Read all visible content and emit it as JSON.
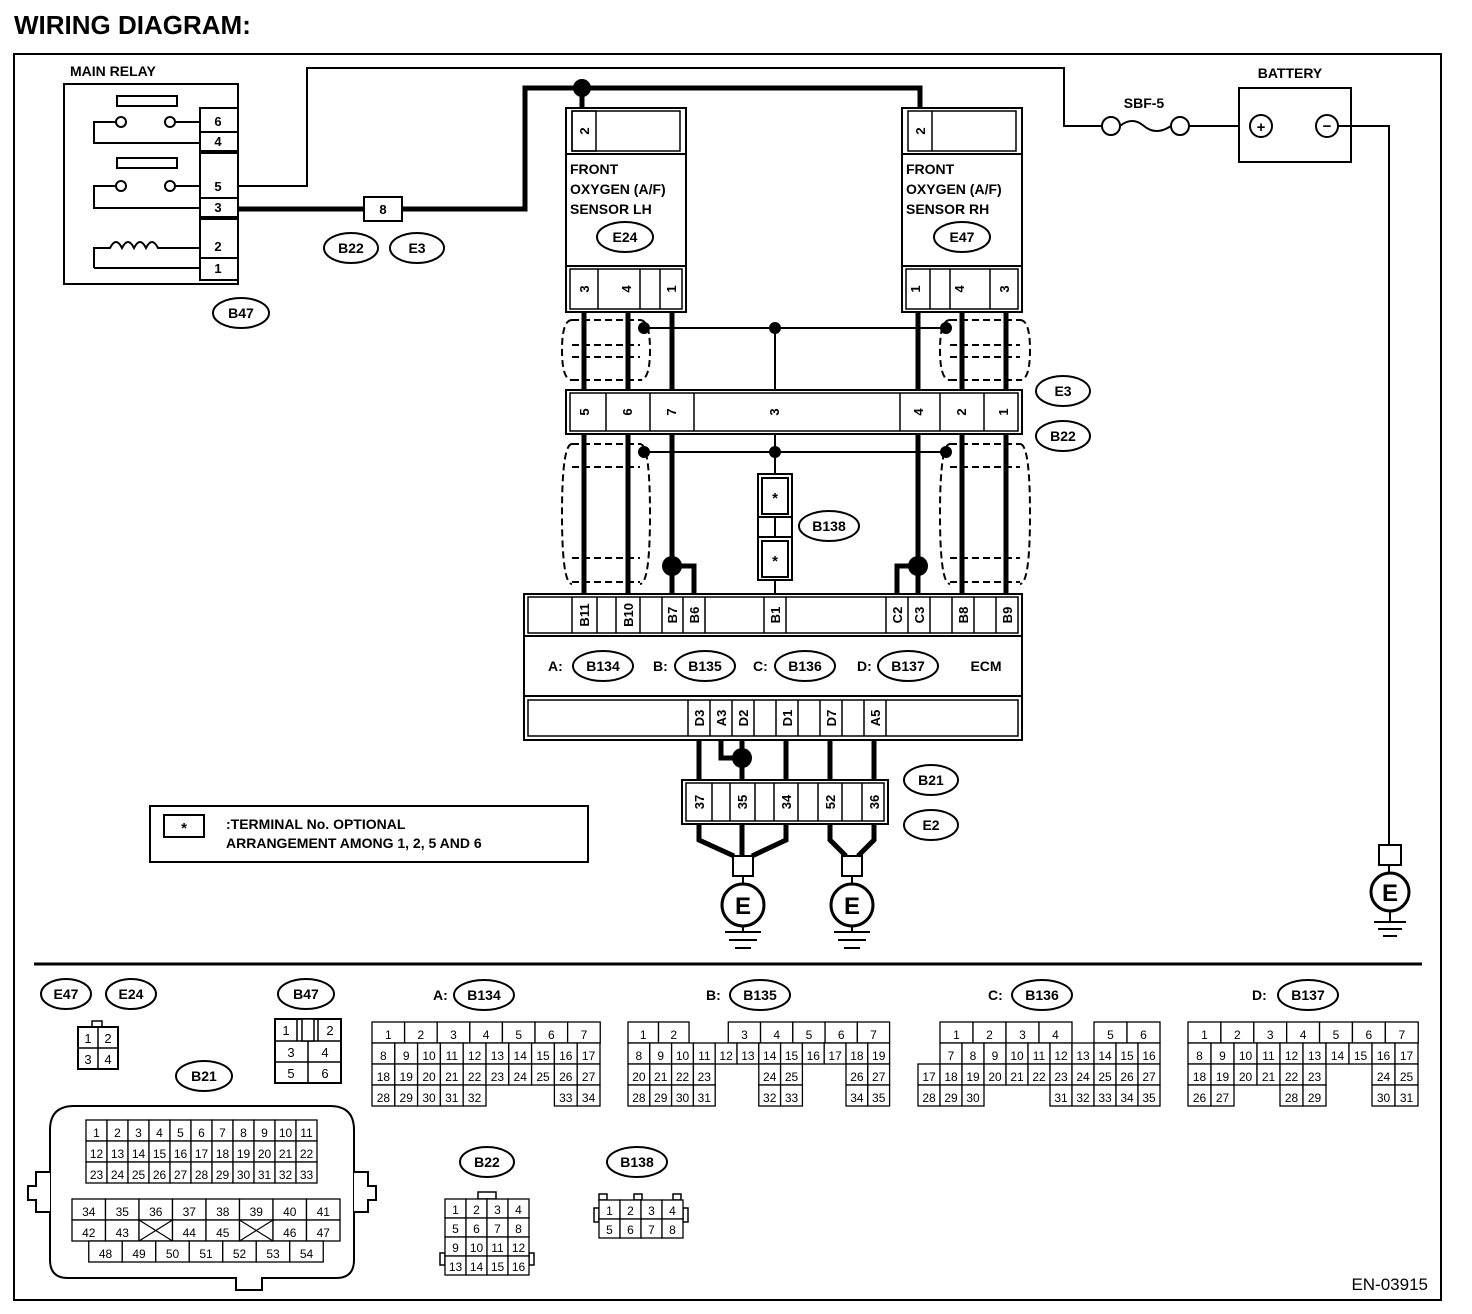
{
  "title": "WIRING DIAGRAM:",
  "code": "EN-03915",
  "main_relay": {
    "label": "MAIN RELAY",
    "conn": "B47",
    "pins": [
      "6",
      "4",
      "5",
      "3",
      "2",
      "1"
    ]
  },
  "battery": {
    "label": "BATTERY",
    "plus": "+",
    "minus": "−"
  },
  "fuse": {
    "label": "SBF-5"
  },
  "joint_b22_e3": {
    "pin": "8",
    "conn_a": "B22",
    "conn_b": "E3"
  },
  "sensor_lh": {
    "line1": "FRONT",
    "line2": "OXYGEN (A/F)",
    "line3": "SENSOR LH",
    "conn": "E24",
    "top_pin": "2",
    "pins": [
      "3",
      "4",
      "",
      "1"
    ]
  },
  "sensor_rh": {
    "line1": "FRONT",
    "line2": "OXYGEN (A/F)",
    "line3": "SENSOR RH",
    "conn": "E47",
    "top_pin": "2",
    "pins": [
      "1",
      "4",
      "",
      "3"
    ]
  },
  "inline_e3_b22": {
    "conn_a": "E3",
    "conn_b": "B22",
    "pins": [
      "5",
      "6",
      "7",
      "3",
      "4",
      "2",
      "1"
    ]
  },
  "b138": {
    "conn": "B138",
    "star": "*"
  },
  "ecm": {
    "label": "ECM",
    "top_pins": [
      "B11",
      "B10",
      "B7",
      "B6",
      "B1",
      "C2",
      "C3",
      "B8",
      "B9"
    ],
    "bottom_pins": [
      "D3",
      "A3",
      "D2",
      "D1",
      "D7",
      "A5"
    ],
    "connectors": [
      {
        "prefix": "A:",
        "conn": "B134"
      },
      {
        "prefix": "B:",
        "conn": "B135"
      },
      {
        "prefix": "C:",
        "conn": "B136"
      },
      {
        "prefix": "D:",
        "conn": "B137"
      }
    ]
  },
  "joint_b21_e2": {
    "conn_a": "B21",
    "conn_b": "E2",
    "pins": [
      "37",
      "35",
      "34",
      "52",
      "36"
    ]
  },
  "ground": {
    "symbol": "E"
  },
  "legend": {
    "star": "*",
    "line1": ":TERMINAL No. OPTIONAL",
    "line2": "ARRANGEMENT AMONG 1, 2, 5 AND 6"
  },
  "views": {
    "e47": "E47",
    "e24": "E24",
    "e_sensor_rows": [
      [
        "1",
        "2"
      ],
      [
        "3",
        "4"
      ]
    ],
    "b47": "B47",
    "b47_rows": [
      [
        "1",
        "",
        "2"
      ],
      [
        "3",
        "4"
      ],
      [
        "5",
        "6"
      ]
    ],
    "b21": "B21",
    "b21_upper": [
      [
        "1",
        "2",
        "3",
        "4",
        "5",
        "6",
        "7",
        "8",
        "9",
        "10",
        "11"
      ],
      [
        "12",
        "13",
        "14",
        "15",
        "16",
        "17",
        "18",
        "19",
        "20",
        "21",
        "22"
      ],
      [
        "23",
        "24",
        "25",
        "26",
        "27",
        "28",
        "29",
        "30",
        "31",
        "32",
        "33"
      ]
    ],
    "b21_lower": [
      [
        "34",
        "35",
        "36",
        "37",
        "38",
        "39",
        "40",
        "41"
      ],
      [
        "42",
        "43",
        "",
        "44",
        "45",
        "",
        "46",
        "47"
      ],
      [
        "48",
        "49",
        "50",
        "51",
        "52",
        "53",
        "54"
      ]
    ],
    "b22": "B22",
    "b22_rows": [
      [
        "1",
        "2",
        "3",
        "4"
      ],
      [
        "5",
        "6",
        "7",
        "8"
      ],
      [
        "9",
        "10",
        "11",
        "12"
      ],
      [
        "13",
        "14",
        "15",
        "16"
      ]
    ],
    "b138": "B138",
    "b138_rows": [
      [
        "1",
        "2",
        "3",
        "4"
      ],
      [
        "5",
        "6",
        "7",
        "8"
      ]
    ],
    "b134": {
      "prefix": "A:",
      "conn": "B134",
      "rows": [
        [
          "1",
          "2",
          "3",
          "4",
          "5",
          "6",
          "7"
        ],
        [
          "8",
          "9",
          "10",
          "11",
          "12",
          "13",
          "14",
          "15",
          "16",
          "17"
        ],
        [
          "18",
          "19",
          "20",
          "21",
          "22",
          "23",
          "24",
          "25",
          "26",
          "27"
        ],
        [
          "28",
          "29",
          "30",
          "31",
          "32",
          "33",
          "34"
        ]
      ]
    },
    "b135": {
      "prefix": "B:",
      "conn": "B135",
      "rows": [
        [
          "1",
          "2",
          "3",
          "4",
          "5",
          "6",
          "7"
        ],
        [
          "8",
          "9",
          "10",
          "11",
          "12",
          "13",
          "14",
          "15",
          "16",
          "17",
          "18",
          "19"
        ],
        [
          "20",
          "21",
          "22",
          "23",
          "24",
          "25",
          "26",
          "27"
        ],
        [
          "28",
          "29",
          "30",
          "31",
          "32",
          "33",
          "34",
          "35"
        ]
      ]
    },
    "b136": {
      "prefix": "C:",
      "conn": "B136",
      "rows": [
        [
          "1",
          "2",
          "3",
          "4",
          "5",
          "6"
        ],
        [
          "7",
          "8",
          "9",
          "10",
          "11",
          "12",
          "13",
          "14",
          "15",
          "16"
        ],
        [
          "17",
          "18",
          "19",
          "20",
          "21",
          "22",
          "23",
          "24",
          "25",
          "26",
          "27"
        ],
        [
          "28",
          "29",
          "30",
          "31",
          "32",
          "33",
          "34",
          "35"
        ]
      ]
    },
    "b137": {
      "prefix": "D:",
      "conn": "B137",
      "rows": [
        [
          "1",
          "2",
          "3",
          "4",
          "5",
          "6",
          "7"
        ],
        [
          "8",
          "9",
          "10",
          "11",
          "12",
          "13",
          "14",
          "15",
          "16",
          "17"
        ],
        [
          "18",
          "19",
          "20",
          "21",
          "22",
          "23",
          "24",
          "25"
        ],
        [
          "26",
          "27",
          "28",
          "29",
          "30",
          "31"
        ]
      ]
    }
  }
}
